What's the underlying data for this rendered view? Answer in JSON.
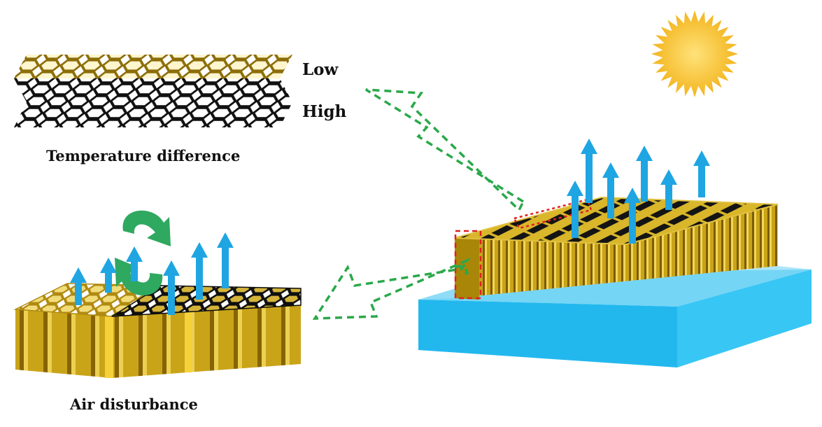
{
  "labels": {
    "low": "Low",
    "high": "High",
    "temperature_difference": "Temperature difference",
    "air_disturbance": "Air disturbance"
  },
  "colors": {
    "gold": "#c9a418",
    "gold_light": "#e4c53a",
    "gold_dark": "#8a6a05",
    "black_cell": "#141414",
    "water": "#22b8ee",
    "water_dark": "#0e8fc9",
    "arrow_blue": "#1fa5e2",
    "dash_green": "#2aa84a",
    "swirl_green": "#2fa860",
    "dash_red": "#e02020",
    "sun": "#f5c12e"
  },
  "icons": [
    "sun-icon",
    "vapor-arrow-icon",
    "circulation-arrow-icon",
    "dashed-callout-arrow-icon"
  ]
}
